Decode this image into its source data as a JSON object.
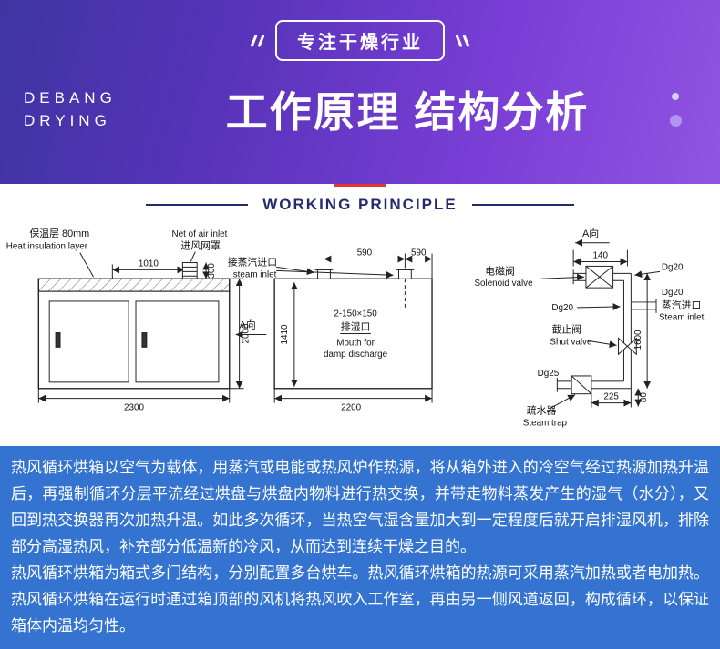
{
  "header": {
    "badge": "专注干燥行业",
    "brand_line1": "DEBANG",
    "brand_line2": "DRYING",
    "title": "工作原理 结构分析",
    "subtitle": "WORKING PRINCIPLE"
  },
  "diagram": {
    "left": {
      "insulation_cn": "保温层 80mm",
      "insulation_en": "Heat insulation layer",
      "dim_1010": "1010",
      "net_en": "Net of air inlet",
      "net_cn": "进风网罩",
      "dim_300": "300",
      "dim_2000": "2000",
      "dim_2300": "2300"
    },
    "middle": {
      "steam_cn": "接蒸汽进口",
      "steam_en": "steam inlet",
      "dim_590_left": "590",
      "dim_590_right": "590",
      "damp_size": "2-150×150",
      "damp_cn": "排湿口",
      "damp_en1": "Mouth for",
      "damp_en2": "damp discharge",
      "a_dir": "A向",
      "dim_1410": "1410",
      "dim_2200": "2200"
    },
    "right": {
      "a_dir": "A向",
      "dim_140": "140",
      "solenoid_cn": "电磁阀",
      "solenoid_en": "Solenoid valve",
      "dg20_top": "Dg20",
      "dg20_steam": "Dg20",
      "steam_cn": "蒸汽进口",
      "steam_en": "Steam inlet",
      "dg20_left": "Dg20",
      "shut_cn": "截止阀",
      "shut_en": "Shut valve",
      "dim_1600": "1600",
      "dg25": "Dg25",
      "dim_225": "225",
      "trap_cn": "疏水器",
      "trap_en": "Steam trap",
      "dim_80": "80"
    }
  },
  "body": {
    "paragraph1": "热风循环烘箱以空气为载体，用蒸汽或电能或热风炉作热源，将从箱外进入的冷空气经过热源加热升温后，再强制循环分层平流经过烘盘与烘盘内物料进行热交换，并带走物料蒸发产生的湿气（水分），又回到热交换器再次加热升温。如此多次循环，当热空气湿含量加大到一定程度后就开启排湿风机，排除部分高湿热风，补充部分低温新的冷风，从而达到连续干燥之目的。",
    "paragraph2": "热风循环烘箱为箱式多门结构，分别配置多台烘车。热风循环烘箱的热源可采用蒸汽加热或者电加热。热风循环烘箱在运行时通过箱顶部的风机将热风吹入工作室，再由另一侧风道返回，构成循环，以保证箱体内温均匀性。"
  },
  "colors": {
    "banner_gradient_start": "#3e35a2",
    "banner_gradient_end": "#9055e2",
    "accent_red": "#e2372c",
    "subtitle_navy": "#252a6e",
    "body_blue": "#3474d0"
  }
}
